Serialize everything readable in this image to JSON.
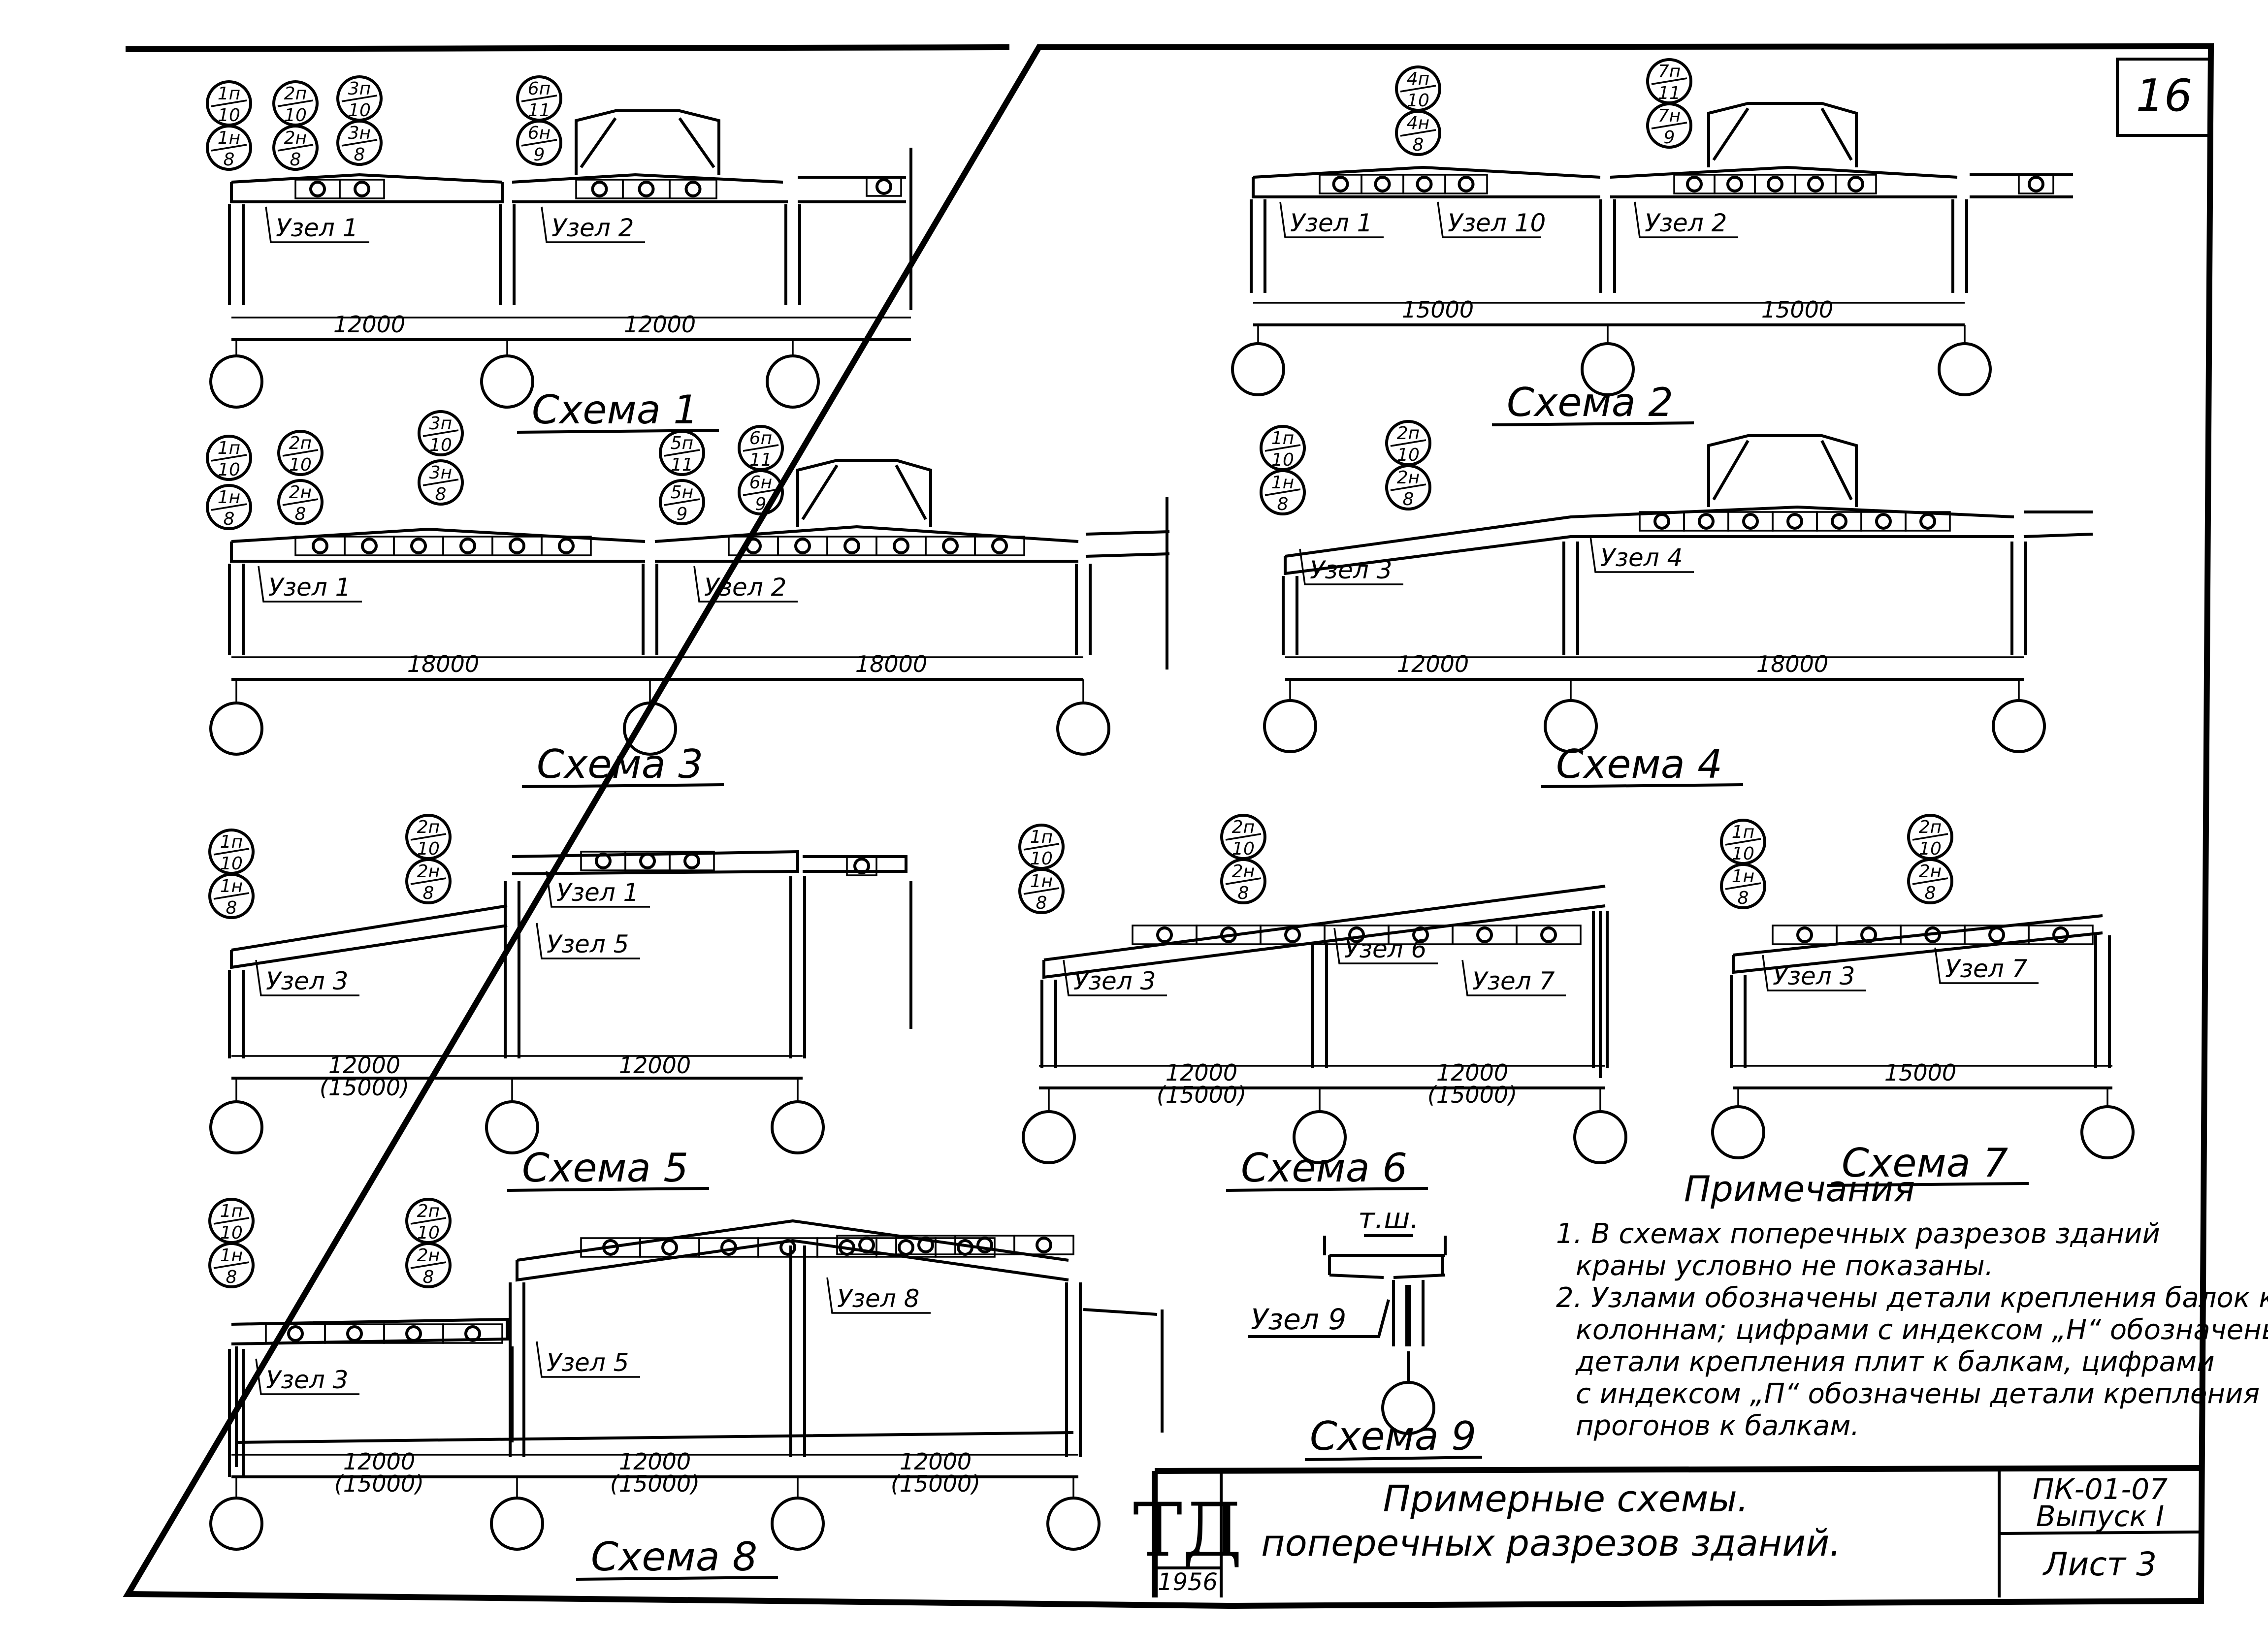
{
  "sheet_number": "16",
  "schemes": [
    {
      "title": "Схема 1",
      "spans": [
        "12000",
        "12000"
      ],
      "nodes": [
        "Узел 1",
        "Узел 2"
      ],
      "marks": [
        [
          "1п",
          "10"
        ],
        [
          "1н",
          "8"
        ],
        [
          "2п",
          "10"
        ],
        [
          "2н",
          "8"
        ],
        [
          "3п",
          "10"
        ],
        [
          "3н",
          "8"
        ],
        [
          "6п",
          "11"
        ],
        [
          "6н",
          "9"
        ]
      ]
    },
    {
      "title": "Схема 2",
      "spans": [
        "15000",
        "15000"
      ],
      "nodes": [
        "Узел 1",
        "Узел 10",
        "Узел 2"
      ],
      "marks": [
        [
          "4п",
          "10"
        ],
        [
          "4н",
          "8"
        ],
        [
          "7п",
          "11"
        ],
        [
          "7н",
          "9"
        ]
      ]
    },
    {
      "title": "Схема 3",
      "spans": [
        "18000",
        "18000"
      ],
      "nodes": [
        "Узел 1",
        "Узел 2"
      ],
      "marks": [
        [
          "1п",
          "10"
        ],
        [
          "1н",
          "8"
        ],
        [
          "2п",
          "10"
        ],
        [
          "2н",
          "8"
        ],
        [
          "3п",
          "10"
        ],
        [
          "3н",
          "8"
        ],
        [
          "5п",
          "11"
        ],
        [
          "5н",
          "9"
        ],
        [
          "6п",
          "11"
        ],
        [
          "6н",
          "9"
        ]
      ]
    },
    {
      "title": "Схема 4",
      "spans": [
        "12000",
        "18000"
      ],
      "nodes": [
        "Узел 3",
        "Узел 4"
      ],
      "marks": [
        [
          "1п",
          "10"
        ],
        [
          "1н",
          "8"
        ],
        [
          "2п",
          "10"
        ],
        [
          "2н",
          "8"
        ]
      ]
    },
    {
      "title": "Схема 5",
      "spans": [
        "12000",
        "(15000)",
        "12000"
      ],
      "nodes": [
        "Узел 1",
        "Узел 5",
        "Узел 3"
      ],
      "marks": [
        [
          "1п",
          "10"
        ],
        [
          "1н",
          "8"
        ],
        [
          "2п",
          "10"
        ],
        [
          "2н",
          "8"
        ]
      ]
    },
    {
      "title": "Схема 6",
      "spans": [
        "12000",
        "(15000)",
        "12000",
        "(15000)"
      ],
      "nodes": [
        "Узел 6",
        "Узел 3",
        "Узел 7"
      ],
      "marks": [
        [
          "1п",
          "10"
        ],
        [
          "1н",
          "8"
        ],
        [
          "2п",
          "10"
        ],
        [
          "2н",
          "8"
        ]
      ]
    },
    {
      "title": "Схема 7",
      "spans": [
        "15000"
      ],
      "nodes": [
        "Узел 3",
        "Узел 7"
      ],
      "marks": [
        [
          "1п",
          "10"
        ],
        [
          "1н",
          "8"
        ],
        [
          "2п",
          "10"
        ],
        [
          "2н",
          "8"
        ]
      ]
    },
    {
      "title": "Схема 8",
      "spans": [
        "12000",
        "(15000)",
        "12000",
        "(15000)",
        "12000",
        "(15000)"
      ],
      "nodes": [
        "Узел 8",
        "Узел 5",
        "Узел 3"
      ],
      "marks": [
        [
          "1п",
          "10"
        ],
        [
          "1н",
          "8"
        ],
        [
          "2п",
          "10"
        ],
        [
          "2н",
          "8"
        ]
      ]
    },
    {
      "title": "Схема 9",
      "label_top": "т.ш.",
      "nodes": [
        "Узел 9"
      ]
    }
  ],
  "notes": {
    "title": "Примечания",
    "lines": [
      "1. В схемах поперечных разрезов зданий",
      "краны условно не показаны.",
      "2. Узлами обозначены детали крепления балок к",
      "колоннам; цифрами с индексом „Н“ обозначены",
      "детали крепления плит к балкам, цифрами",
      "с индексом „П“ обозначены детали крепления",
      "прогонов к балкам."
    ]
  },
  "title_block": {
    "logo": "ТД",
    "year": "1956",
    "title_line1": "Примерные схемы.",
    "title_line2": "поперечных разрезов зданий.",
    "code_line1": "ПК-01-07",
    "code_line2": "Выпуск I",
    "sheet": "Лист 3"
  }
}
